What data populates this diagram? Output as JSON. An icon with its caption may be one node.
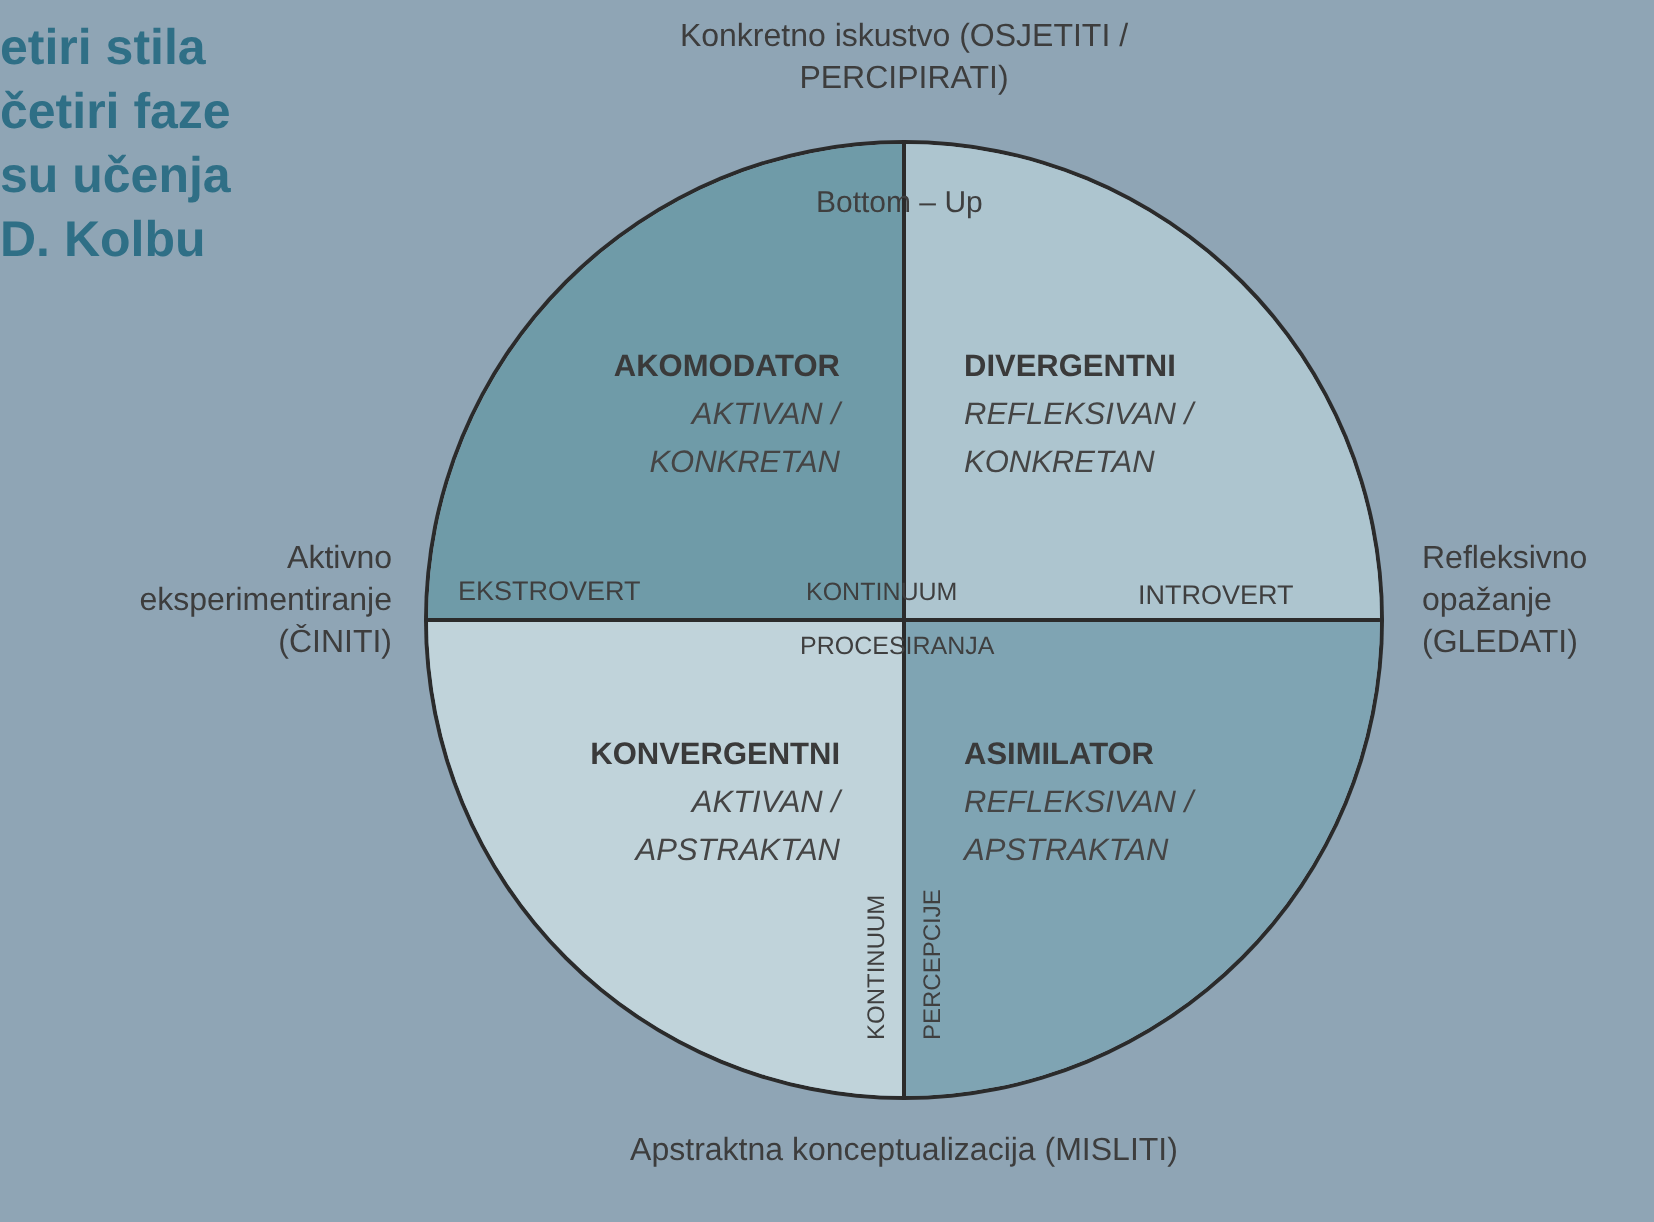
{
  "diagram": {
    "title": "etiri stila četiri faze su učenja D. Kolbu",
    "nodes": [
      {
        "text": [
          "AKOMODATOR",
          "AKTIVAN / KONKRETAN"
        ]
      },
      {
        "text": [
          "DIVERGENTNI",
          "REFLEKSIVAN / KONKRETAN"
        ]
      },
      {
        "text": [
          "KONVERGENTNI",
          "AKTIVAN / APSTRAKTAN"
        ]
      },
      {
        "text": [
          "ASIMILATOR",
          "REFLEKSIVAN / APSTRAKTAN"
        ]
      }
    ],
    "labels": [
      "Konkretno iskustvo (OSJETITI / PERCIPIRATI)",
      "Bottom – Up",
      "Aktivno eksperimentiranje (ČINITI)",
      "Refleksivno opažanje (GLEDATI)",
      "EKSTROVERT",
      "KONTINUUM",
      "INTROVERT",
      "PROCESIRANJA",
      "KONTINUUM",
      "PERCEPCIJE",
      "Apstraktna konceptualizacija (MISLITI)"
    ]
  }
}
